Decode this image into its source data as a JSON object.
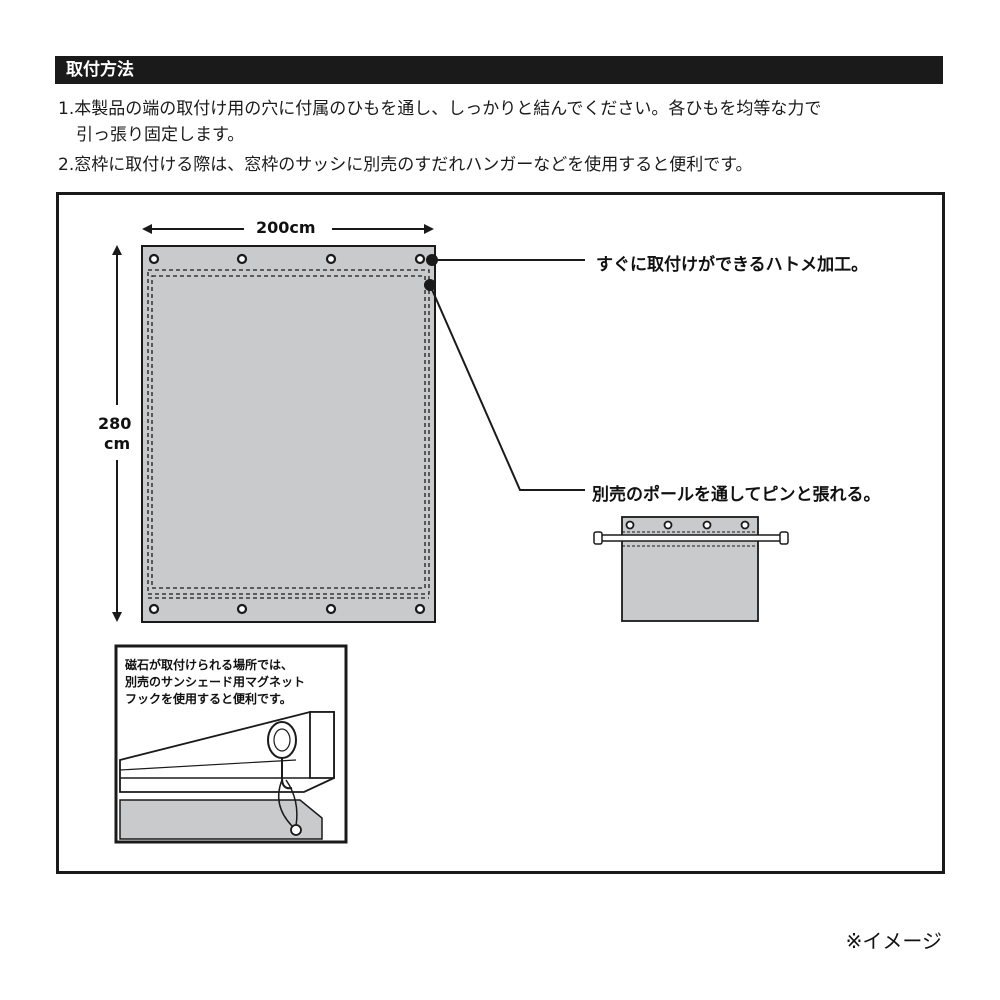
{
  "header": {
    "title": "取付方法"
  },
  "instructions": {
    "line1": "1.本製品の端の取付け用の穴に付属のひもを通し、しっかりと結んでください。各ひもを均等な力で",
    "line1b": "引っ張り固定します。",
    "line2": "2.窓枠に取付ける際は、窓枠のサッシに別売のすだれハンガーなどを使用すると便利です。"
  },
  "diagram": {
    "width_label": "200cm",
    "height_label_value": "280",
    "height_label_unit": "cm",
    "callout_grommet": "すぐに取付けができるハトメ加工。",
    "callout_pole": "別売のポールを通してピンと張れる。",
    "inset_text_1": "磁石が取付けられる場所では、",
    "inset_text_2": "別売のサンシェード用マグネット",
    "inset_text_3": "フックを使用すると便利です。"
  },
  "footer": {
    "note": "※イメージ"
  },
  "colors": {
    "panel": "#c9cacb",
    "ink": "#1a1a1a"
  }
}
